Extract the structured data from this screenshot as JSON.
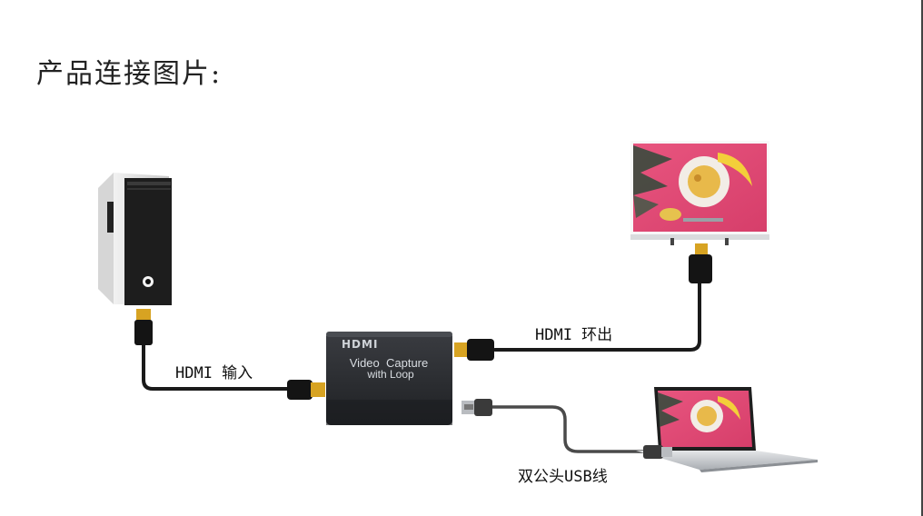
{
  "heading": "产品连接图片:",
  "device": {
    "brand": "HDMI",
    "model_line1": "Video  Capture",
    "model_line2": "with Loop"
  },
  "labels": {
    "hdmi_in": "HDMI 输入",
    "hdmi_out": "HDMI 环出",
    "usb": "双公头USB线"
  },
  "colors": {
    "cable": "#1a1a1a",
    "device_body": "#2b2d31",
    "connector_gold": "#d7a322",
    "screen_pink": "#e2527d"
  },
  "icons": [
    "pc-tower-icon",
    "tv-monitor-icon",
    "laptop-icon",
    "capture-box-icon",
    "hdmi-plug-icon",
    "usb-plug-icon"
  ]
}
